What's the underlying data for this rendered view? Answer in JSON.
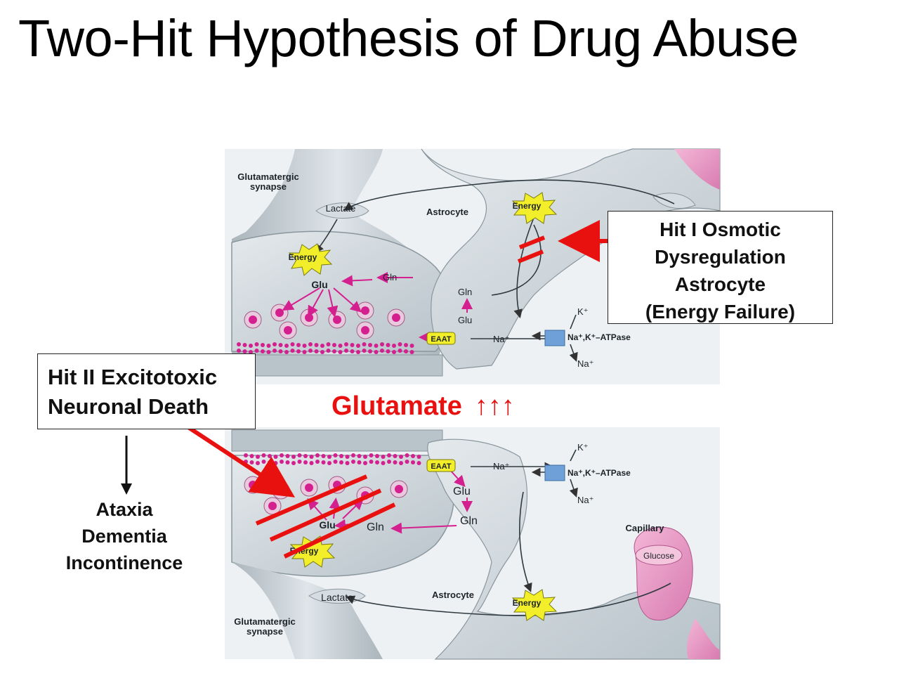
{
  "title": "Two-Hit Hypothesis of Drug Abuse",
  "hit1_box": {
    "lines": [
      "Hit I Osmotic",
      "Dysregulation",
      "Astrocyte",
      "(Energy Failure)"
    ]
  },
  "hit2_box": {
    "lines": [
      "Hit II Excitotoxic",
      "Neuronal Death"
    ]
  },
  "glutamate": {
    "label": "Glutamate",
    "arrows": "↑↑↑"
  },
  "outcomes": [
    "Ataxia",
    "Dementia",
    "Incontinence"
  ],
  "figure_labels": {
    "synapse": [
      "Glutamatergic",
      "synapse"
    ],
    "astrocyte": "Astrocyte",
    "energy": "Energy",
    "lactate": "Lactate",
    "glu": "Glu",
    "gln": "Gln",
    "eaat": "EAAT",
    "na": "Na⁺",
    "k": "K⁺",
    "pump": "Na⁺,K⁺–ATPase",
    "capillary": "Capillary",
    "glucose": "Glucose"
  },
  "colors": {
    "emphasis_red": "#e8110f",
    "pathway_magenta": "#d4208f",
    "cell_fill": "#c9d2d8",
    "energy_burst": "#f2ef2a",
    "vessel_pink": "#e98fc0"
  }
}
